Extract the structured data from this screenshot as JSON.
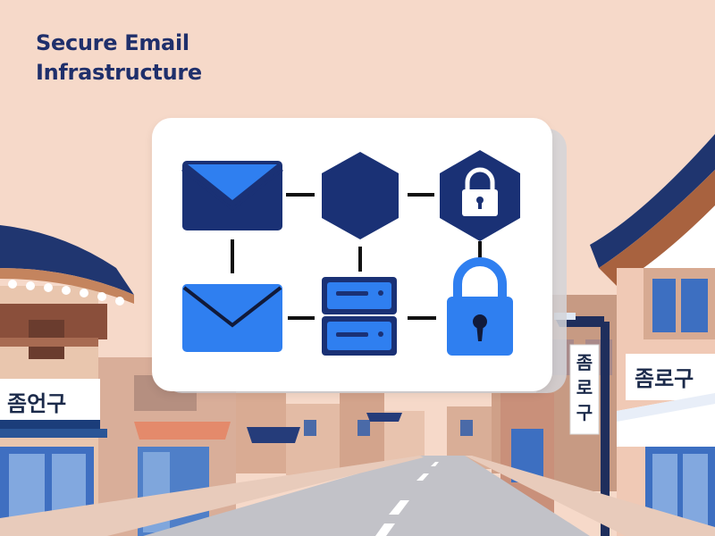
{
  "title": {
    "line1": "Secure Email",
    "line2": "Infrastructure"
  },
  "diagram": {
    "top_row": [
      "envelope-icon",
      "hexagon-node-icon",
      "lock-hexagon-icon"
    ],
    "bottom_row": [
      "envelope-open-icon",
      "server-icon",
      "lock-icon"
    ]
  },
  "signs": {
    "left": "좀언구",
    "vertical": "좀로구",
    "right": "좀로구"
  },
  "colors": {
    "navy": "#1a3175",
    "blue": "#2f7ff0",
    "background": "#f6d9c9",
    "title": "#1f2f6b"
  }
}
